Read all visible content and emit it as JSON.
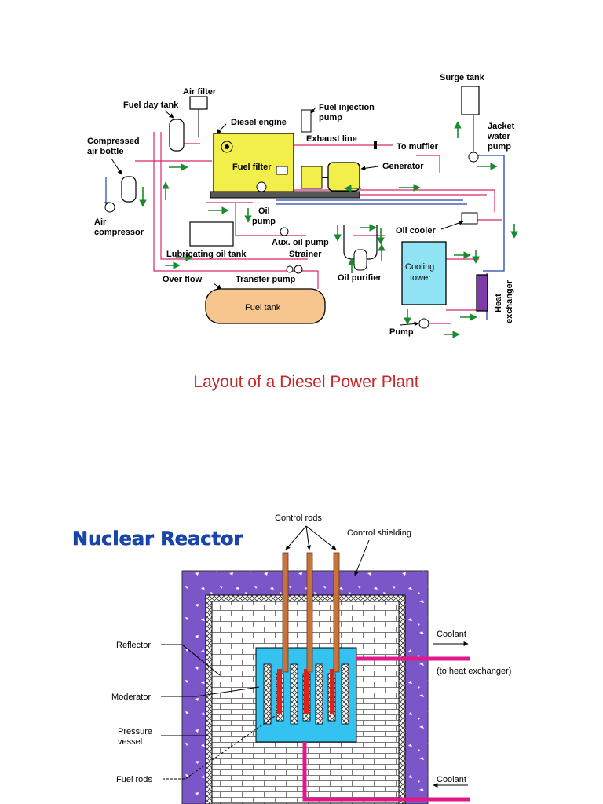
{
  "diesel": {
    "title": "Layout of a Diesel Power Plant",
    "labels": {
      "surge_tank": "Surge tank",
      "air_filter": "Air filter",
      "fuel_day_tank": "Fuel day tank",
      "fuel_injection_1": "Fuel injection",
      "fuel_injection_2": "pump",
      "diesel_engine": "Diesel engine",
      "jacket_1": "Jacket",
      "jacket_2": "water",
      "jacket_3": "pump",
      "compressed_1": "Compressed",
      "compressed_2": "air bottle",
      "exhaust_line": "Exhaust line",
      "to_muffler": "To muffler",
      "fuel_filter": "Fuel filter",
      "generator": "Generator",
      "oil_pump_1": "Oil",
      "oil_pump_2": "pump",
      "air_comp_1": "Air",
      "air_comp_2": "compressor",
      "aux_oil_pump": "Aux. oil pump",
      "oil_cooler": "Oil cooler",
      "lubricating_oil_tank": "Lubricating oil tank",
      "strainer": "Strainer",
      "cooling_1": "Cooling",
      "cooling_2": "tower",
      "over_flow": "Over flow",
      "transfer_pump": "Transfer pump",
      "oil_purifier": "Oil purifier",
      "heat_1": "Heat",
      "heat_2": "exchanger",
      "fuel_tank": "Fuel tank",
      "pump": "Pump"
    }
  },
  "nuclear": {
    "title": "Nuclear Reactor",
    "labels": {
      "control_rods": "Control rods",
      "control_shielding": "Control shielding",
      "reflector": "Reflector",
      "coolant_out": "Coolant",
      "to_heat_exchanger": "(to heat exchanger)",
      "moderator": "Moderator",
      "pressure_1": "Pressure",
      "pressure_2": "vessel",
      "fuel_rods": "Fuel rods",
      "coolant_in": "Coolant"
    }
  },
  "colors": {
    "title_red": "#c62828",
    "nuclear_blue": "#1747b5",
    "engine_yellow": "#f3ef4a",
    "fuel_tank_orange": "#f7c58e",
    "cooling_tower_cyan": "#8fe3f2",
    "shielding_purple": "#7a56c8",
    "core_blue": "#34c3f0",
    "coolant_pipe": "#e0198a",
    "control_rod": "#c8733a",
    "fuel_rod_red": "#e0201a",
    "pipe_red": "#d8286a",
    "pipe_blue": "#2540b8",
    "arrow_green": "#1a8a2e"
  }
}
